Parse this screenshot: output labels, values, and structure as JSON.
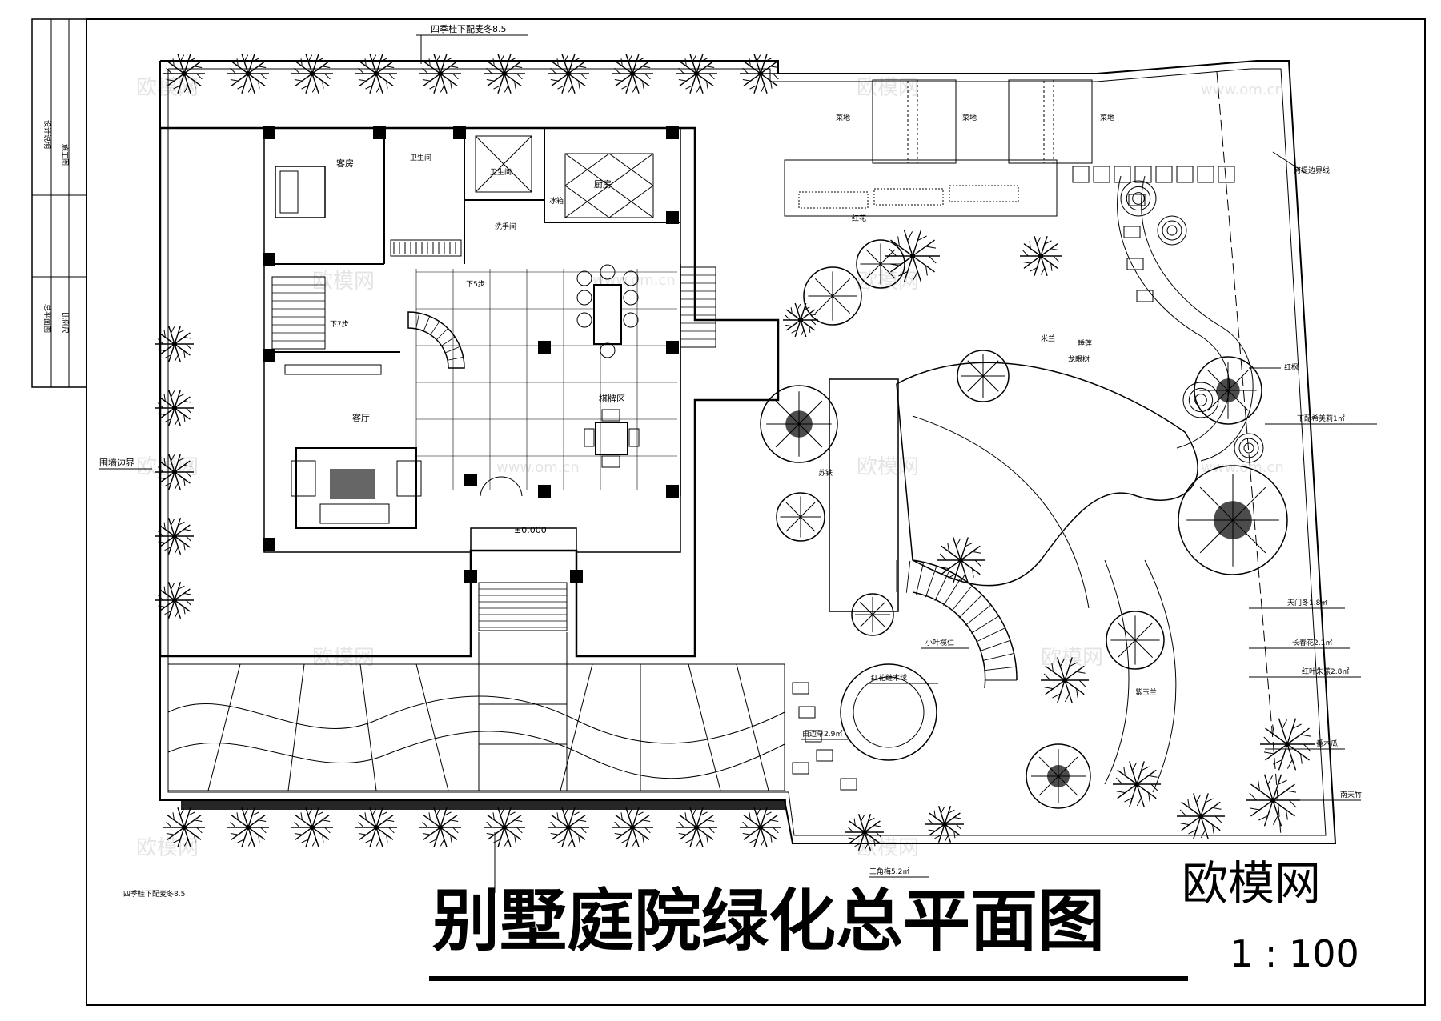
{
  "title": "别墅庭院绿化总平面图",
  "brand": "欧模网",
  "scale": "1 : 100",
  "elevation": "±0.000",
  "watermark": {
    "text": "欧模网",
    "url": "www.om.cn"
  },
  "rooms": {
    "guest_room": "客房",
    "bath1": "卫生间",
    "bath2": "卫生间",
    "kitchen": "厨房",
    "fridge": "冰箱",
    "wash_room": "洗手间",
    "living_room": "客厅",
    "chess_area": "棋牌区"
  },
  "stairs": {
    "down7": "下7步",
    "down5": "下5步"
  },
  "plants": {
    "top_hedge": "四季桂下配麦冬8.5",
    "bottom_hedge": "四季桂下配麦冬8.5",
    "wall_left": "围墙边界",
    "river_edge": "河堤边界线",
    "red_maple": "红枫",
    "jasmine": "下配希美莉1㎡",
    "asparagus": "天门冬1.8㎡",
    "camellia": "长春花2.1㎡",
    "cordyline": "红叶朱蕉2.8㎡",
    "papaya": "番木瓜",
    "nandina": "南天竹",
    "magnolia": "紫玉兰",
    "almond": "小叶榄仁",
    "loropetalum": "红花继木球",
    "ornamental_grass": "白边草2.9㎡",
    "bougainvillea": "三角梅5.2㎡",
    "longan": "龙眼树",
    "water_lily": "睡莲",
    "shrub_a": "红花",
    "shrub_b": "苏铁",
    "shrub_c": "米兰",
    "vegetable1": "菜地",
    "vegetable2": "菜地",
    "vegetable3": "菜地"
  },
  "side_notes": [
    "设计说明",
    "施工图",
    "总平面图",
    "比例尺"
  ]
}
